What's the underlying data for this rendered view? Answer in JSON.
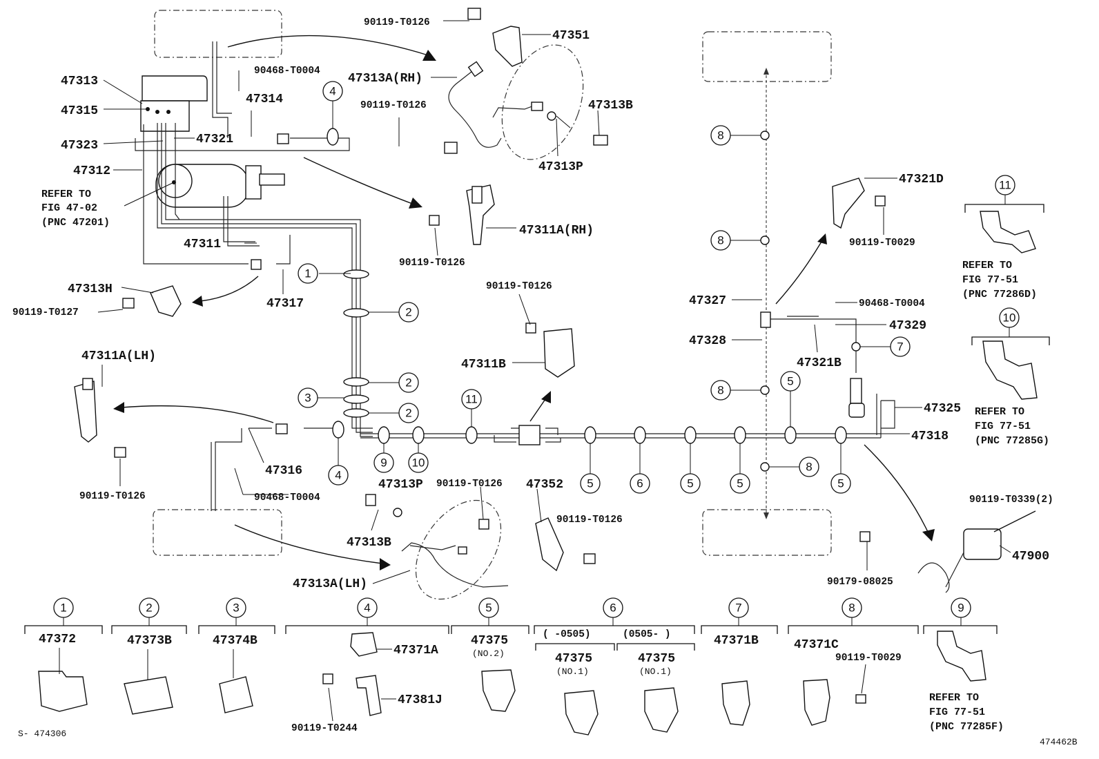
{
  "labels": {
    "p90119_T0126_top": "90119-T0126",
    "p47351": "47351",
    "p90468_T0004_top": "90468-T0004",
    "p47313A_RH": "47313A(RH)",
    "p47313": "47313",
    "p47315": "47315",
    "p47314": "47314",
    "p90119_T0126_b": "90119-T0126",
    "p47313B_top": "47313B",
    "p47323": "47323",
    "p47321": "47321",
    "p47312": "47312",
    "p47313P_top": "47313P",
    "p47311A_RH": "47311A(RH)",
    "p90119_T0126_c": "90119-T0126",
    "p47311": "47311",
    "p47313H": "47313H",
    "p90119_T0127": "90119-T0127",
    "p47317": "47317",
    "p90119_T0126_d": "90119-T0126",
    "p47311B": "47311B",
    "p47311A_LH": "47311A(LH)",
    "p47316": "47316",
    "p90119_T0126_e": "90119-T0126",
    "p90468_T0004_b": "90468-T0004",
    "p47313P_b": "47313P",
    "p90119_T0126_f": "90119-T0126",
    "p47352": "47352",
    "p90119_T0126_g": "90119-T0126",
    "p47313B_b": "47313B",
    "p47313A_LH": "47313A(LH)",
    "p47321D": "47321D",
    "p90119_T0029_top": "90119-T0029",
    "p47327": "47327",
    "p90468_T0004_c": "90468-T0004",
    "p47329": "47329",
    "p47328": "47328",
    "p47321B": "47321B",
    "p47325": "47325",
    "p47318": "47318",
    "p90119_T0339": "90119-T0339(2)",
    "p47900": "47900",
    "p90179_08025": "90179-08025"
  },
  "refer_blocks": {
    "fig_47_02": [
      "REFER TO",
      "FIG 47-02",
      "(PNC 47201)"
    ],
    "fig_77286D": [
      "REFER TO",
      "FIG 77-51",
      "(PNC 77286D)"
    ],
    "fig_77285G": [
      "REFER TO",
      "FIG 77-51",
      "(PNC 77285G)"
    ],
    "fig_77285F": [
      "REFER TO",
      "FIG 77-51",
      "(PNC 77285F)"
    ]
  },
  "callouts": {
    "c1": "1",
    "c2": "2",
    "c3": "3",
    "c4": "4",
    "c5": "5",
    "c6": "6",
    "c7": "7",
    "c8": "8",
    "c9": "9",
    "c10": "10",
    "c11": "11"
  },
  "legend": {
    "l1_part": "47372",
    "l2_part": "47373B",
    "l3_part": "47374B",
    "l4_part_a": "47371A",
    "l4_part_b": "47381J",
    "l4_bolt": "90119-T0244",
    "l5_part": "47375",
    "l5_sub": "(NO.2)",
    "l6_range_a": "(    -0505)",
    "l6_range_b": "(0505-     )",
    "l6_part_a": "47375",
    "l6_sub_a": "(NO.1)",
    "l6_part_b": "47375",
    "l6_sub_b": "(NO.1)",
    "l7_part": "47371B",
    "l8_part": "47371C",
    "l8_bolt": "90119-T0029"
  },
  "footer": {
    "left_code": "S- 474306",
    "right_code": "474462B"
  }
}
